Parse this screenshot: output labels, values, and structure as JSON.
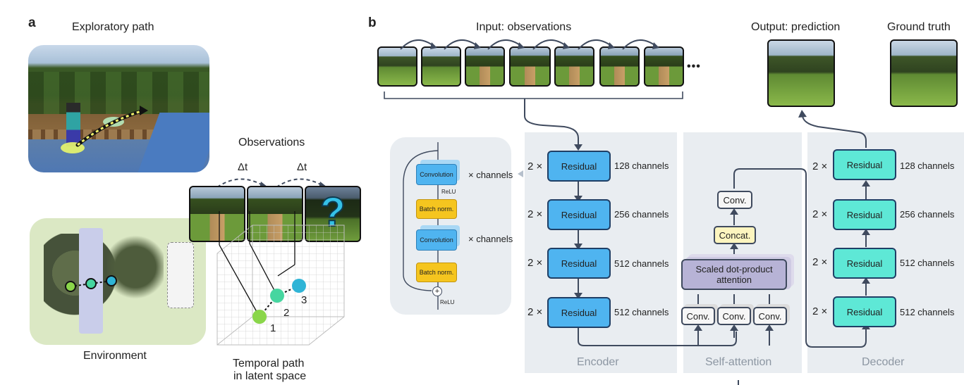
{
  "panel_a": {
    "letter": "a",
    "exploratory_path": "Exploratory path",
    "observations": "Observations",
    "delta_1": "Δt",
    "delta_2": "Δt",
    "question_mark": "?",
    "environment": "Environment",
    "latent_point_1": "1",
    "latent_point_2": "2",
    "latent_point_3": "3",
    "temporal_path_line1": "Temporal path",
    "temporal_path_line2": "in latent space"
  },
  "panel_b": {
    "letter": "b",
    "input_label": "Input: observations",
    "ellipsis": "•••",
    "output_label": "Output: prediction",
    "ground_truth_label": "Ground truth",
    "detail": {
      "conv1": "Convolution",
      "channels1": "× channels",
      "relu1": "ReLU",
      "bn1": "Batch norm.",
      "conv2": "Convolution",
      "channels2": "× channels",
      "bn2": "Batch norm.",
      "plus": "+",
      "relu2": "ReLU"
    },
    "encoder": {
      "title": "Encoder",
      "rows": [
        {
          "mult": "2 ×",
          "label": "Residual",
          "channels": "128 channels"
        },
        {
          "mult": "2 ×",
          "label": "Residual",
          "channels": "256 channels"
        },
        {
          "mult": "2 ×",
          "label": "Residual",
          "channels": "512 channels"
        },
        {
          "mult": "2 ×",
          "label": "Residual",
          "channels": "512 channels"
        }
      ]
    },
    "self_attention": {
      "title": "Self-attention",
      "conv_top": "Conv.",
      "concat": "Concat.",
      "attention_line1": "Scaled dot-product",
      "attention_line2": "attention",
      "convs": [
        "Conv.",
        "Conv.",
        "Conv."
      ]
    },
    "decoder": {
      "title": "Decoder",
      "rows": [
        {
          "mult": "2 ×",
          "label": "Residual",
          "channels": "128 channels"
        },
        {
          "mult": "2 ×",
          "label": "Residual",
          "channels": "256 channels"
        },
        {
          "mult": "2 ×",
          "label": "Residual",
          "channels": "512 channels"
        },
        {
          "mult": "2 ×",
          "label": "Residual",
          "channels": "512 channels"
        }
      ]
    }
  },
  "colors": {
    "residual_encoder": "#4fb4f0",
    "residual_decoder": "#5ee8d6",
    "attention": "#b7b3d6",
    "concat": "#fdf5bf",
    "batch_norm": "#f5c51f",
    "arrow": "#3f4a5e",
    "panel": "#e9edf1",
    "environment_bg": "#dbe8c4",
    "ball_1": "#8ad64a",
    "ball_2": "#46d6a0",
    "ball_3": "#2fb4d6",
    "question": "#35c1e6"
  }
}
